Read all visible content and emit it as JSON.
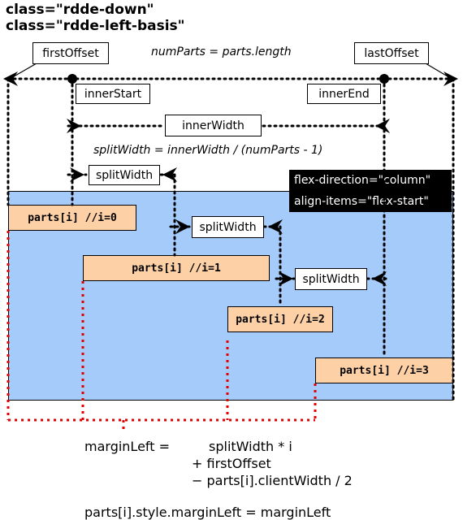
{
  "header": {
    "line1": "class=\"rdde-down\"",
    "line2": "class=\"rdde-left-basis\""
  },
  "labels": {
    "first_offset": "firstOffset",
    "last_offset": "lastOffset",
    "num_parts_eq": "numParts = parts.length",
    "inner_start": "innerStart",
    "inner_end": "innerEnd",
    "inner_width": "innerWidth",
    "split_width_eq": "splitWidth = innerWidth / (numParts - 1)",
    "split_width": "splitWidth"
  },
  "container": {
    "flex_direction": "flex-direction=\"column\"",
    "align_items": "align-items=\"flex-start\""
  },
  "parts": [
    "parts[i] //i=0",
    "parts[i] //i=1",
    "parts[i] //i=2",
    "parts[i] //i=3"
  ],
  "formula": {
    "lhs": "marginLeft =",
    "line1": "splitWidth * i",
    "line2": "+ firstOffset",
    "line3": "− parts[i].clientWidth / 2",
    "assign": "parts[i].style.marginLeft = marginLeft"
  },
  "colors": {
    "container_fill": "#a5cbfb",
    "part_fill": "#fdd0a6",
    "margin_line": "#e00000"
  }
}
